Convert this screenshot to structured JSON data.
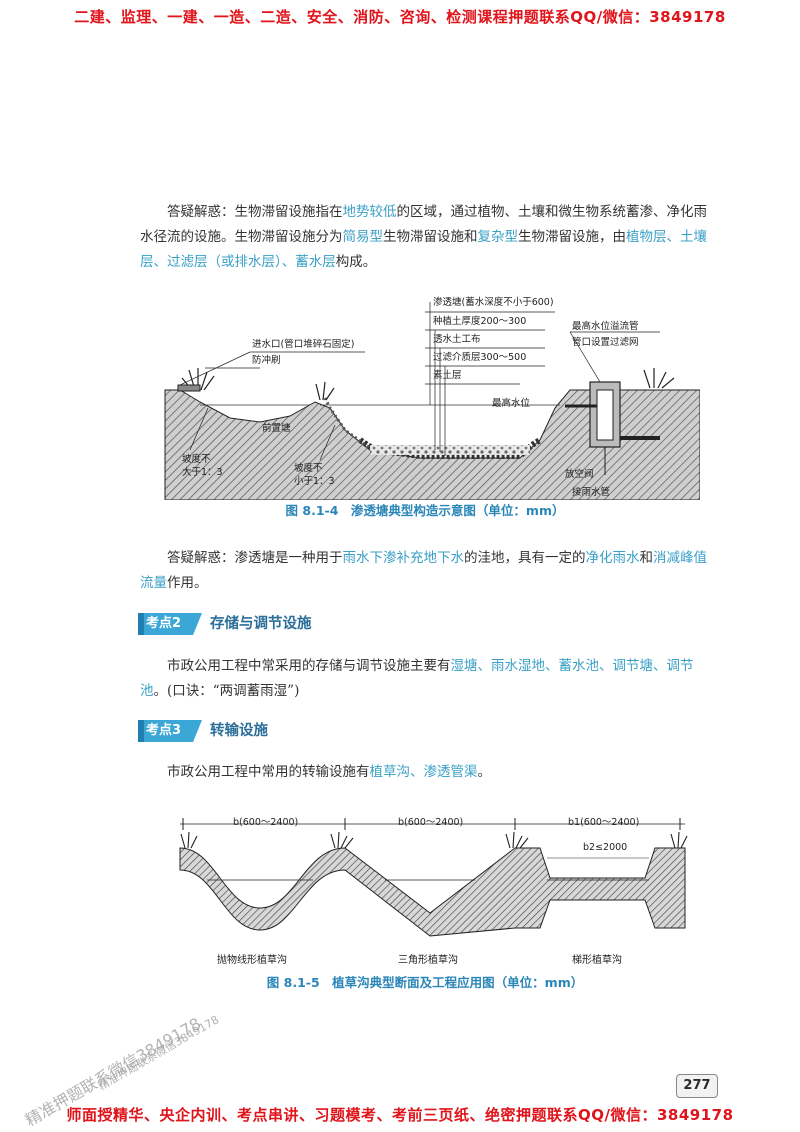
{
  "banner_top": "二建、监理、一建、一造、二造、安全、消防、咨询、检测课程押题联系QQ/微信：3849178",
  "banner_bottom": "师面授精华、央企内训、考点串讲、习题模考、考前三页纸、绝密押题联系QQ/微信：3849178",
  "para1": {
    "s1": "答疑解惑：生物滞留设施指在",
    "h1": "地势较低",
    "s2": "的区域，通过植物、土壤和微生物系统蓄渗、净化雨水径流的设施。生物滞留设施分为",
    "h2": "简易型",
    "s3": "生物滞留设施和",
    "h3": "复杂型",
    "s4": "生物滞留设施，由",
    "h4": "植物层、土壤层、过滤层（或排水层）、蓄水层",
    "s5": "构成。"
  },
  "figure1": {
    "caption": "图 8.1-4　渗透塘典型构造示意图（单位：mm）",
    "labels": {
      "l1": "渗透塘(蓄水深度不小于600)",
      "l2": "种植土厚度200～300",
      "l3": "透水土工布",
      "l4": "过滤介质层300～500",
      "l5": "素土层",
      "l6": "进水口(管口堆碎石固定)",
      "l7": "防冲刷",
      "l8": "前置塘",
      "l9": "最高水位",
      "l10": "最高水位溢流管",
      "l11": "管口设置过滤网",
      "l12": "坡度不",
      "l13": "大于1：3",
      "l14": "坡度不",
      "l15": "小于1：3",
      "l16": "放空阀",
      "l17": "接雨水管"
    }
  },
  "para2": {
    "s1": "答疑解惑：渗透塘是一种用于",
    "h1": "雨水下渗补充地下水",
    "s2": "的洼地，具有一定的",
    "h2": "净化雨水",
    "s3": "和",
    "h3": "消减峰值流量",
    "s4": "作用。"
  },
  "section2": {
    "tag": "考点2",
    "title": "存储与调节设施"
  },
  "para3": {
    "s1": "市政公用工程中常采用的存储与调节设施主要有",
    "h1": "湿塘、雨水湿地、蓄水池、调节塘、调节池",
    "s2": "。(口诀：“两调蓄雨湿”)"
  },
  "section3": {
    "tag": "考点3",
    "title": "转输设施"
  },
  "para4": {
    "s1": "市政公用工程中常用的转输设施有",
    "h1": "植草沟、渗透管渠",
    "s2": "。"
  },
  "figure2": {
    "caption": "图 8.1-5　植草沟典型断面及工程应用图（单位：mm）",
    "dim1": "b(600～2400)",
    "dim2": "b(600～2400)",
    "dim3": "b1(600～2400)",
    "dim4": "b2≤2000",
    "name1": "抛物线形植草沟",
    "name2": "三角形植草沟",
    "name3": "梯形植草沟"
  },
  "page_number": "277",
  "watermark1": "精准押题联系微信3849178",
  "watermark2": "精准押题联系微信3849178"
}
